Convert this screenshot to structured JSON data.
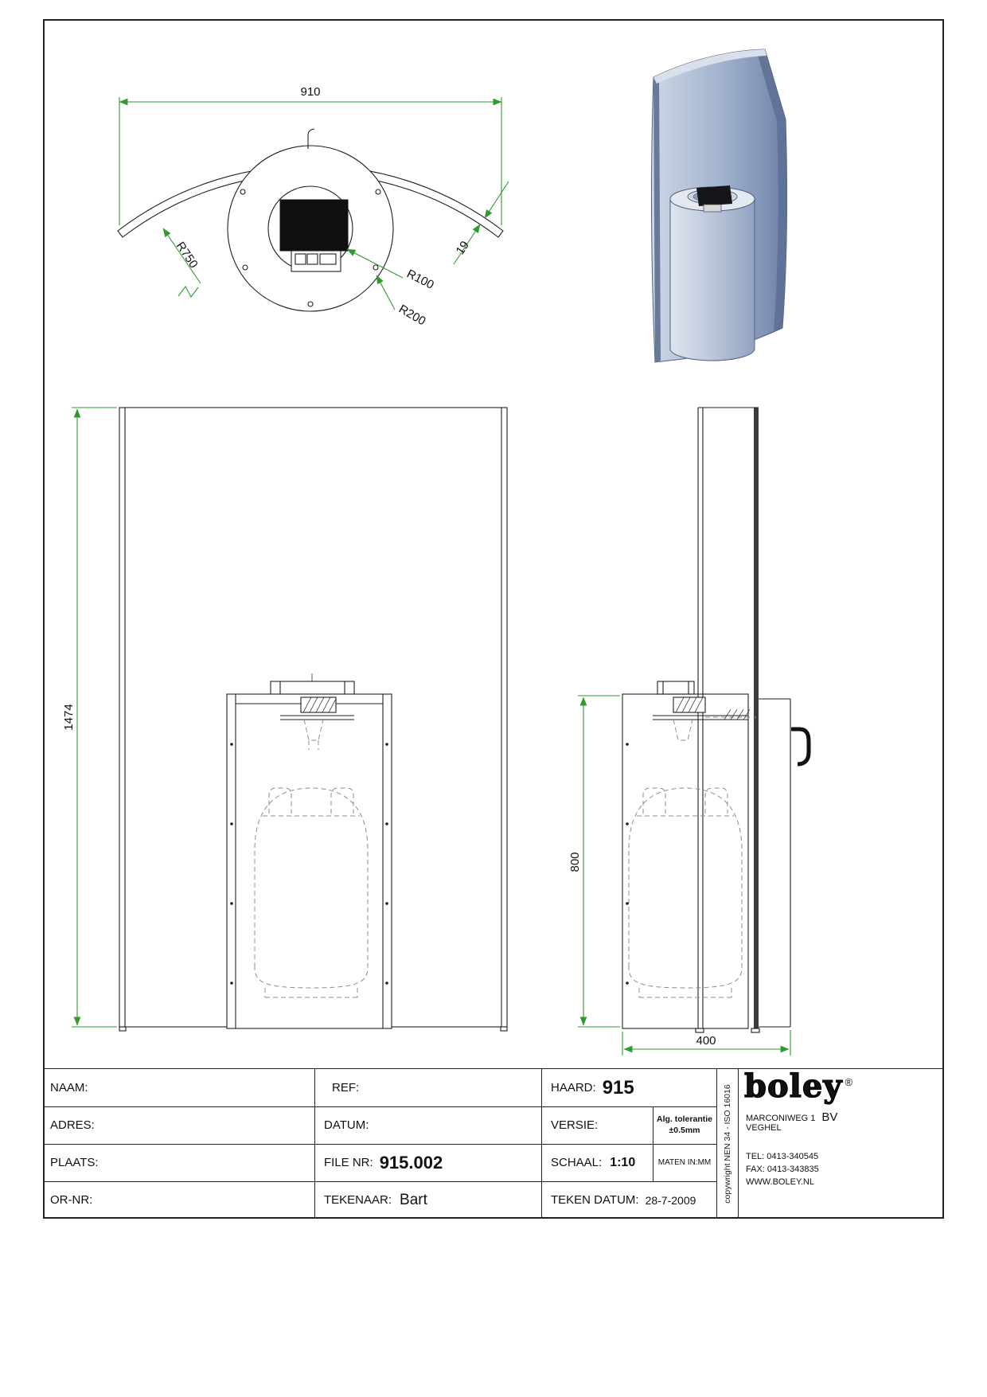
{
  "drawing": {
    "dims": {
      "top_width": "910",
      "front_height": "1474",
      "side_height": "800",
      "side_depth": "400",
      "panel_radius": "R750",
      "inner_radius": "R100",
      "outer_radius": "R200",
      "panel_thickness": "19"
    }
  },
  "title_block": {
    "naam_label": "NAAM:",
    "adres_label": "ADRES:",
    "plaats_label": "PLAATS:",
    "ornr_label": "OR-NR:",
    "ref_label": "REF:",
    "datum_label": "DATUM:",
    "filenr_label": "FILE NR:",
    "filenr_value": "915.002",
    "tekenaar_label": "TEKENAAR:",
    "tekenaar_value": "Bart",
    "haard_label": "HAARD:",
    "haard_value": "915",
    "versie_label": "VERSIE:",
    "schaal_label": "SCHAAL:",
    "schaal_value": "1:10",
    "teken_datum_label": "TEKEN DATUM:",
    "teken_datum_value": "28-7-2009",
    "tolerantie_line1": "Alg. tolerantie",
    "tolerantie_line2": "±0.5mm",
    "maten_label": "MATEN IN:MM",
    "copyright_vertical": "copywright NEN 34 - ISO 16016",
    "company": {
      "logo": "boley",
      "registered": "®",
      "address_line1": "MARCONIWEG 1",
      "bv": "BV",
      "address_line2": "VEGHEL",
      "tel": "TEL: 0413-340545",
      "fax": "FAX: 0413-343835",
      "web": "WWW.BOLEY.NL"
    }
  }
}
